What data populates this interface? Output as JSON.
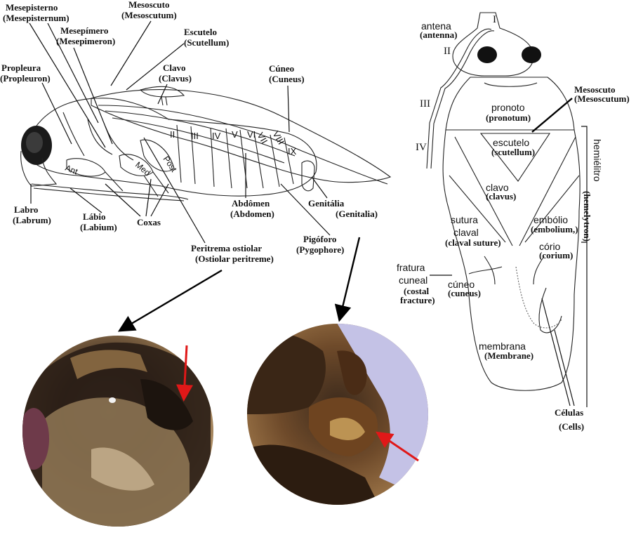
{
  "lateral_labels": {
    "mesepisterno": "Mesepisterno",
    "mesepisterno_en": "(Mesepisternum)",
    "mesoscuto": "Mesoscuto",
    "mesoscuto_en": "(Mesoscutum)",
    "mesepimero": "Mesepímero",
    "mesepimero_en": "(Mesepimeron)",
    "escutelo": "Escutelo",
    "escutelo_en": "(Scutellum)",
    "propleura": "Propleura",
    "propleura_en": "(Propleuron)",
    "clavo": "Clavo",
    "clavo_en": "(Clavus)",
    "cuneo": "Cúneo",
    "cuneo_en": "(Cuneus)",
    "labro": "Labro",
    "labro_en": "(Labrum)",
    "labio": "Lábio",
    "labio_en": "(Labium)",
    "coxas": "Coxas",
    "abdomen": "Abdômen",
    "abdomen_en": "(Abdomen)",
    "genitalia": "Genitália",
    "genitalia_en": "(Genitalia)",
    "pigoforo": "Pigóforo",
    "pigoforo_en": "(Pygophore)",
    "peritrema": "Peritrema ostiolar",
    "peritrema_en": "(Ostiolar peritreme)",
    "ant": "Ant",
    "med": "Med",
    "post": "Post",
    "segments": [
      "II",
      "III",
      "IV",
      "V",
      "VI",
      "VII",
      "VIII",
      "IX"
    ]
  },
  "dorsal_labels": {
    "antena": "antena",
    "antena_en": "(antenna)",
    "antenna_segments": [
      "I",
      "II",
      "III",
      "IV"
    ],
    "mesoscuto": "Mesoscuto",
    "mesoscuto_en": "(Mesoscutum)",
    "pronoto": "pronoto",
    "pronoto_en": "(pronotum)",
    "escutelo": "escutelo",
    "escutelo_en": "(scutellum)",
    "hemielitro": "hemiélitro",
    "hemielitro_en": "(hemelytron)",
    "clavo": "clavo",
    "clavo_en": "(clavus)",
    "sutura": "sutura",
    "claval": "claval",
    "sutura_en": "(claval suture)",
    "embolio": "embólio",
    "embolio_en": "(embolium,)",
    "corio": "cório",
    "corio_en": "(corium)",
    "fratura": "fratura",
    "cuneal": "cuneal",
    "costal": "(costal",
    "fracture": "fracture)",
    "cuneo": "cúneo",
    "cuneo_en": "(cuneus)",
    "membrana": "membrana",
    "membrana_en": "(Membrane)",
    "celulas": "Células",
    "celulas_en": "(Cells)"
  },
  "colors": {
    "arrow_red": "#e01818",
    "line": "#111111"
  }
}
